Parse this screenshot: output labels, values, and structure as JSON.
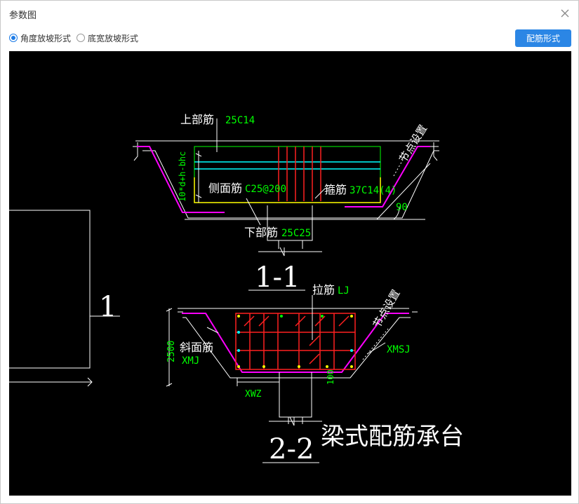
{
  "window": {
    "title": "参数图"
  },
  "options": [
    {
      "label": "角度放坡形式",
      "checked": true
    },
    {
      "label": "底宽放坡形式",
      "checked": false
    }
  ],
  "toolbar": {
    "rebar_button_label": "配筋形式"
  },
  "drawing": {
    "labels": {
      "top_bar": "上部筋",
      "top_bar_value": "25C14",
      "node_setting_1": "节点设置",
      "side_bar": "侧面筋",
      "side_bar_value": "C25@200",
      "stirrup": "箍筋",
      "stirrup_value": "37C14(4)",
      "angle": "90",
      "height_dim": "10*d+h-bhc",
      "bottom_bar": "下部筋",
      "bottom_bar_value": "25C25",
      "section_1": "1-1",
      "tie_bar": "拉筋",
      "tie_bar_value": "LJ",
      "node_setting_2": "节点设置",
      "left_mark": "1",
      "depth_dim": "2500",
      "slope_bar": "斜面筋",
      "slope_bar_value": "XMJ",
      "xmsj": "XMSJ",
      "xwz": "XWZ",
      "dim_100": "100",
      "section_2": "2-2",
      "caption": "梁式配筋承台"
    }
  },
  "colors": {
    "accent": "#2b86e5",
    "cad_white": "#ffffff",
    "cad_green": "#00ff00",
    "cad_red": "#ff2020",
    "cad_magenta": "#ff00ff",
    "cad_yellow": "#ffff00",
    "cad_cyan": "#00ffff"
  }
}
